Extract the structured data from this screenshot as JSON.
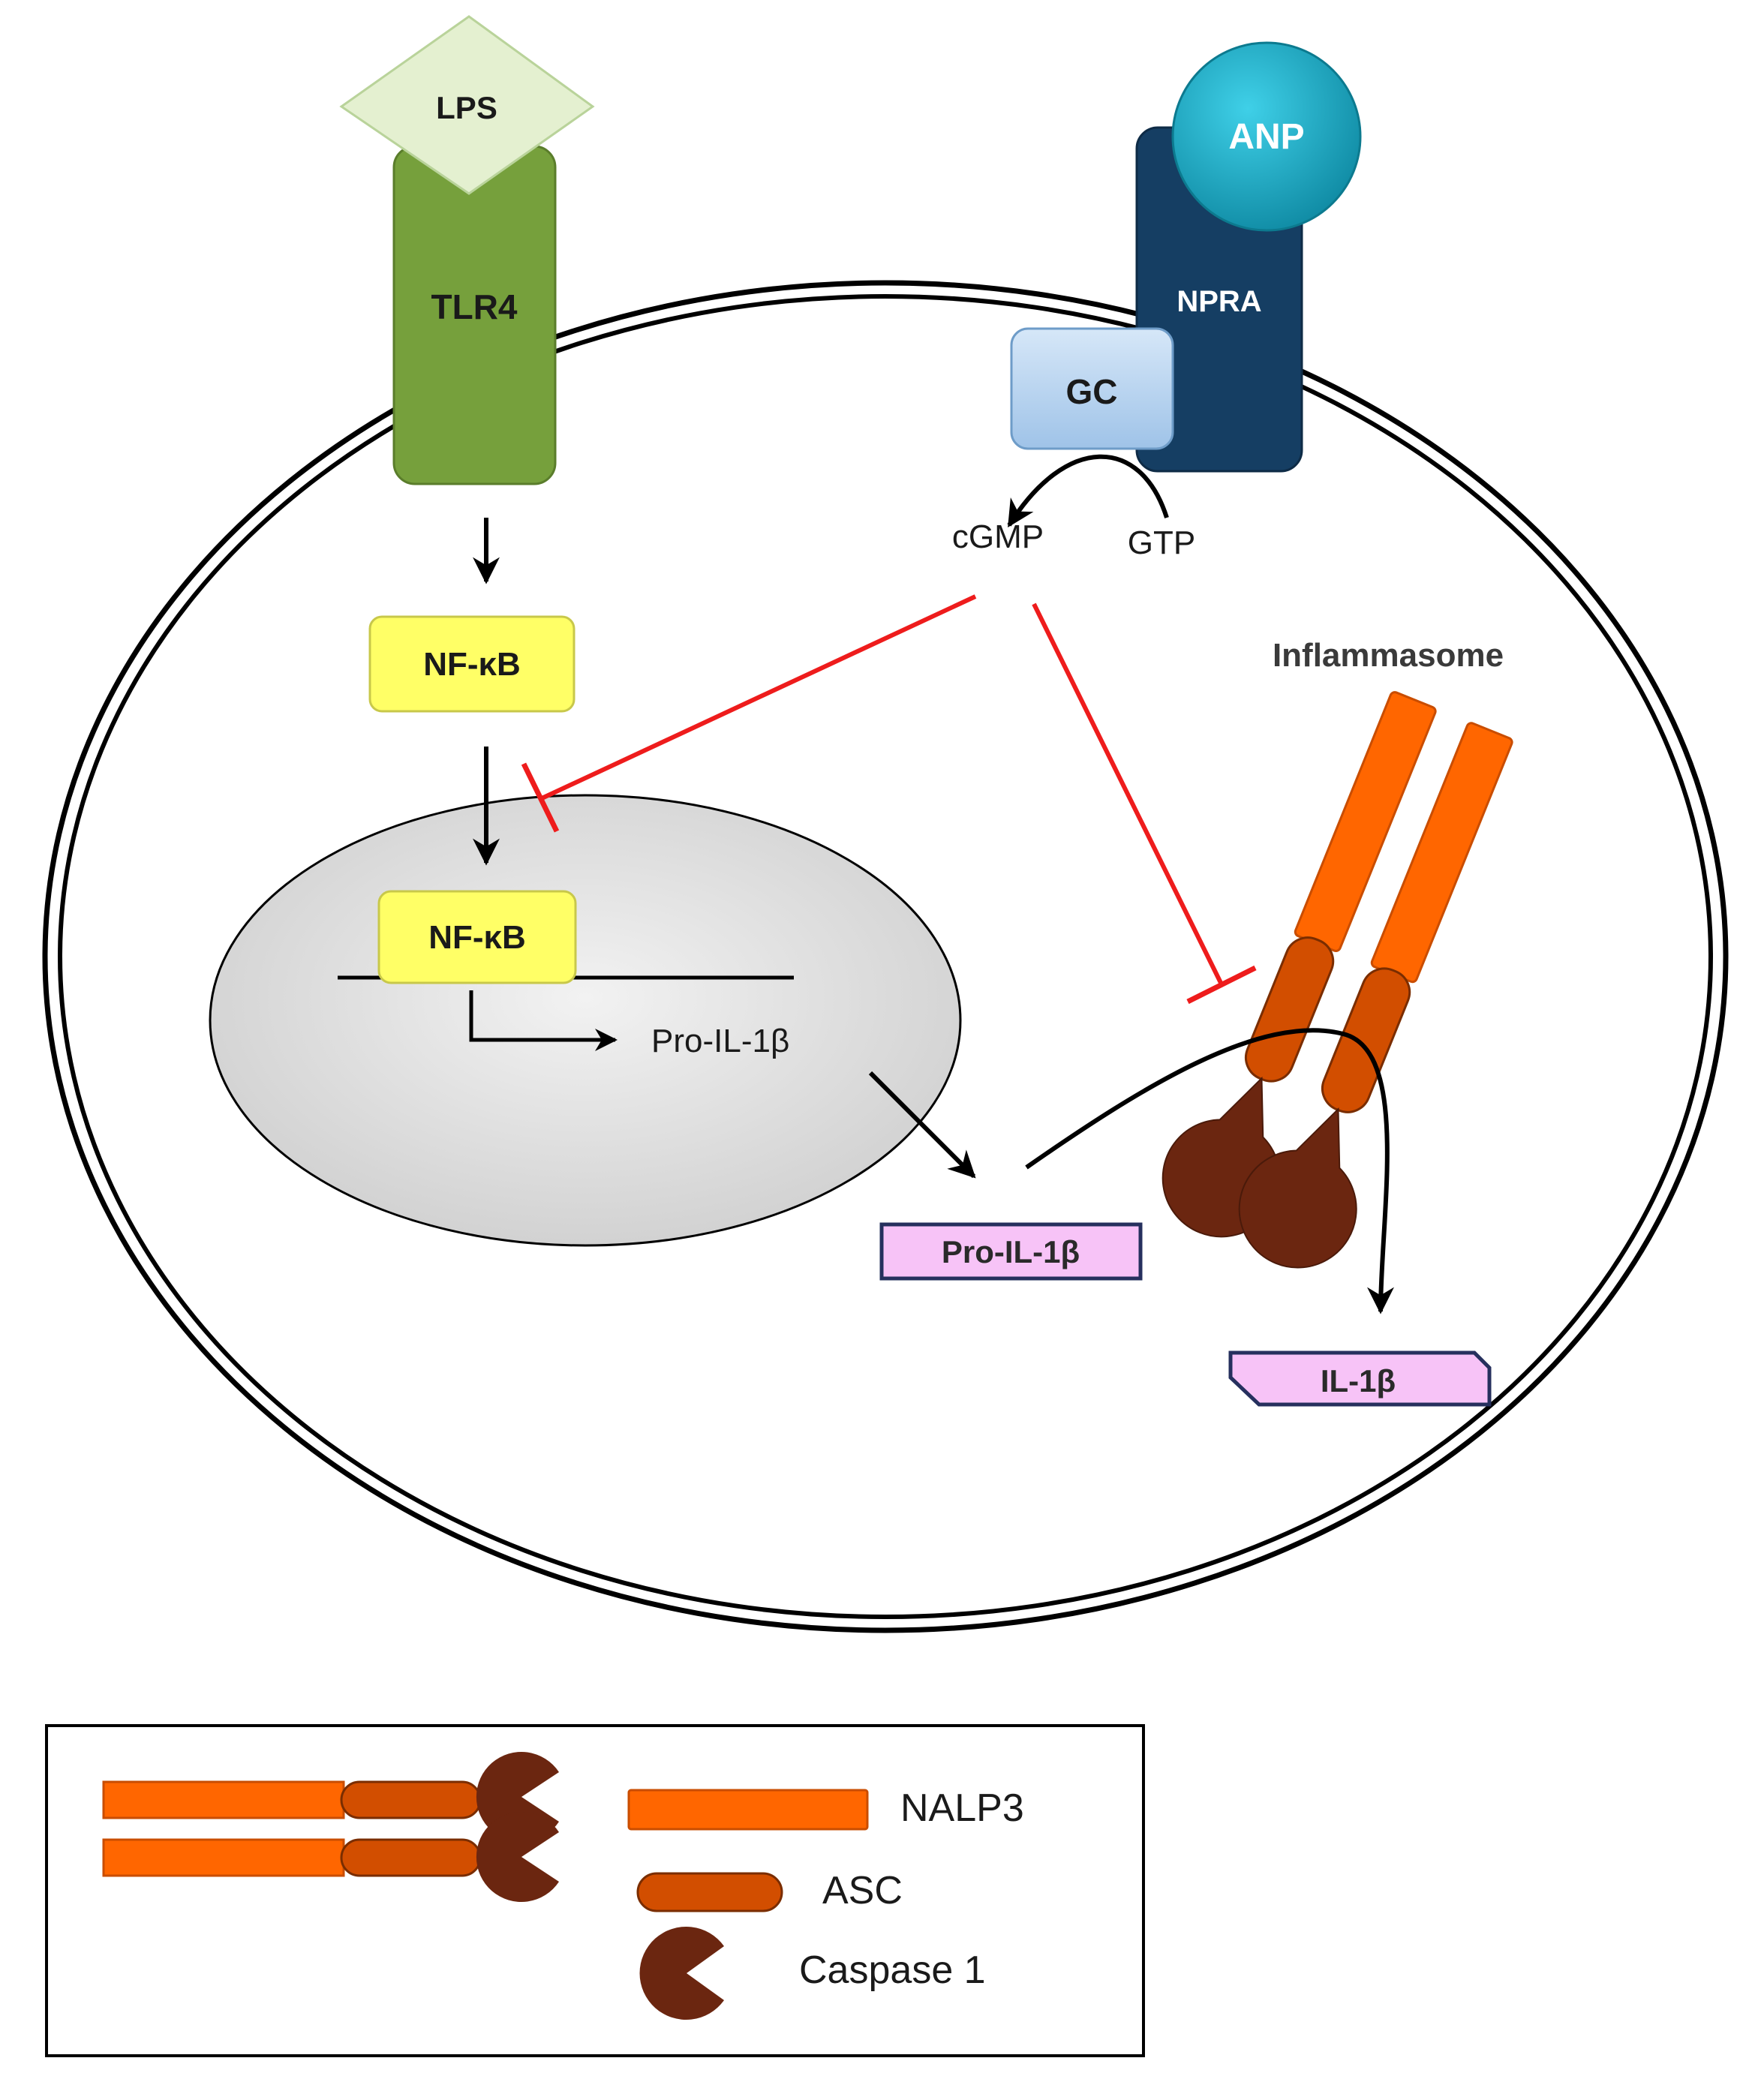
{
  "labels": {
    "lps": "LPS",
    "tlr4": "TLR4",
    "anp": "ANP",
    "npra": "NPRA",
    "gc": "GC",
    "cgmp": "cGMP",
    "gtp": "GTP",
    "nfkb_cyto": "NF-κB",
    "nfkb_nuc": "NF-κB",
    "pro_il1b_nuc": "Pro-IL-1β",
    "pro_il1b_cyto": "Pro-IL-1β",
    "il1b": "IL-1β",
    "inflammasome": "Inflammasome"
  },
  "legend": {
    "items": [
      {
        "key": "nalp3",
        "label": "NALP3"
      },
      {
        "key": "asc",
        "label": "ASC"
      },
      {
        "key": "caspase1",
        "label": "Caspase 1"
      }
    ]
  },
  "colors": {
    "lps": "#e4f0d0",
    "tlr4": "#76a03c",
    "anp": "#1aa9c4",
    "npra": "#153e63",
    "gc": "#b7d3ee",
    "nfkb": "#ffff66",
    "nucleus": "#dcdcdc",
    "pro_il1b": "#f7c3f7",
    "nalp3": "#ff6600",
    "asc": "#d24e00",
    "caspase": "#6b2610",
    "inhibit": "#ee1c1c"
  }
}
